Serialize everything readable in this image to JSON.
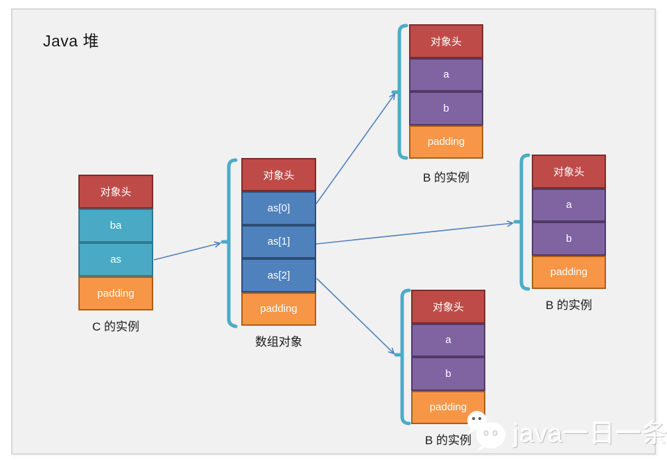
{
  "title": "Java 堆",
  "watermark": {
    "icon": "wechat-icon",
    "text": "java一日一条"
  },
  "colors": {
    "panel_bg": "#F1F1F1",
    "panel_border": "#D8D8D8",
    "header_fill": "#BE4B48",
    "header_border": "#7F2B28",
    "teal_fill": "#4AA9C4",
    "teal_border": "#2E7A91",
    "blue_fill": "#4F81BD",
    "blue_border": "#2C4D75",
    "purple_fill": "#8064A2",
    "purple_border": "#4E3A66",
    "orange_fill": "#F79646",
    "orange_border": "#AD5E17",
    "arrow": "#4F81BD",
    "brace": "#4BACC6",
    "cell_text": "#FFFFFF",
    "label_text": "#1A1A1A"
  },
  "nodes": [
    {
      "id": "c-instance",
      "label": "C 的实例",
      "cells": [
        {
          "text": "对象头"
        },
        {
          "text": "ba"
        },
        {
          "text": "as"
        },
        {
          "text": "padding"
        }
      ]
    },
    {
      "id": "array-object",
      "label": "数组对象",
      "cells": [
        {
          "text": "对象头"
        },
        {
          "text": "as[0]"
        },
        {
          "text": "as[1]"
        },
        {
          "text": "as[2]"
        },
        {
          "text": "padding"
        }
      ]
    },
    {
      "id": "b-instance-top",
      "label": "B 的实例",
      "cells": [
        {
          "text": "对象头"
        },
        {
          "text": "a"
        },
        {
          "text": "b"
        },
        {
          "text": "padding"
        }
      ]
    },
    {
      "id": "b-instance-right",
      "label": "B 的实例",
      "cells": [
        {
          "text": "对象头"
        },
        {
          "text": "a"
        },
        {
          "text": "b"
        },
        {
          "text": "padding"
        }
      ]
    },
    {
      "id": "b-instance-bottom",
      "label": "B 的实例",
      "cells": [
        {
          "text": "对象头"
        },
        {
          "text": "a"
        },
        {
          "text": "b"
        },
        {
          "text": "padding"
        }
      ]
    }
  ]
}
